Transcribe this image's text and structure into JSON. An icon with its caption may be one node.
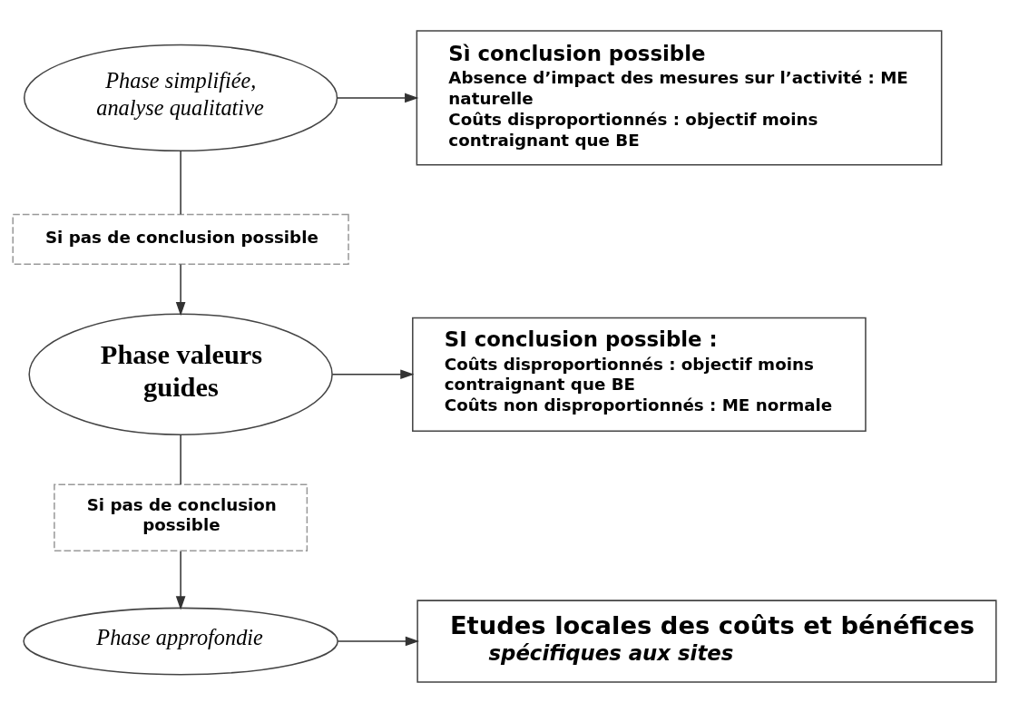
{
  "diagram": {
    "nodes": [
      {
        "text": [
          "Phase simplifiée, analyse qualitative"
        ]
      },
      {
        "text": [
          "Sì conclusion possible",
          "Absence d’impact des mesures sur l’activité : ME naturelle",
          "Coûts disproportionnés : objectif moins contraignant que BE"
        ]
      },
      {
        "text": [
          "Si pas de conclusion possible"
        ]
      },
      {
        "text": [
          "Phase valeurs guides"
        ]
      },
      {
        "text": [
          "SI conclusion possible :",
          "Coûts disproportionnés : objectif moins contraignant que BE",
          "Coûts non disproportionnés : ME normale"
        ]
      },
      {
        "text": [
          "Si pas de conclusion possible"
        ]
      },
      {
        "text": [
          "Phase approfondie"
        ]
      },
      {
        "text": [
          "Etudes locales des coûts et bénéfices",
          "spécifiques aux sites"
        ]
      }
    ],
    "edges": [
      {
        "from": 0,
        "to": 1,
        "arrow": "to"
      },
      {
        "from": 0,
        "to": 2,
        "arrow": "none"
      },
      {
        "from": 2,
        "to": 3,
        "arrow": "to"
      },
      {
        "from": 3,
        "to": 4,
        "arrow": "to"
      },
      {
        "from": 3,
        "to": 5,
        "arrow": "none"
      },
      {
        "from": 5,
        "to": 6,
        "arrow": "to"
      },
      {
        "from": 6,
        "to": 7,
        "arrow": "to"
      }
    ]
  }
}
